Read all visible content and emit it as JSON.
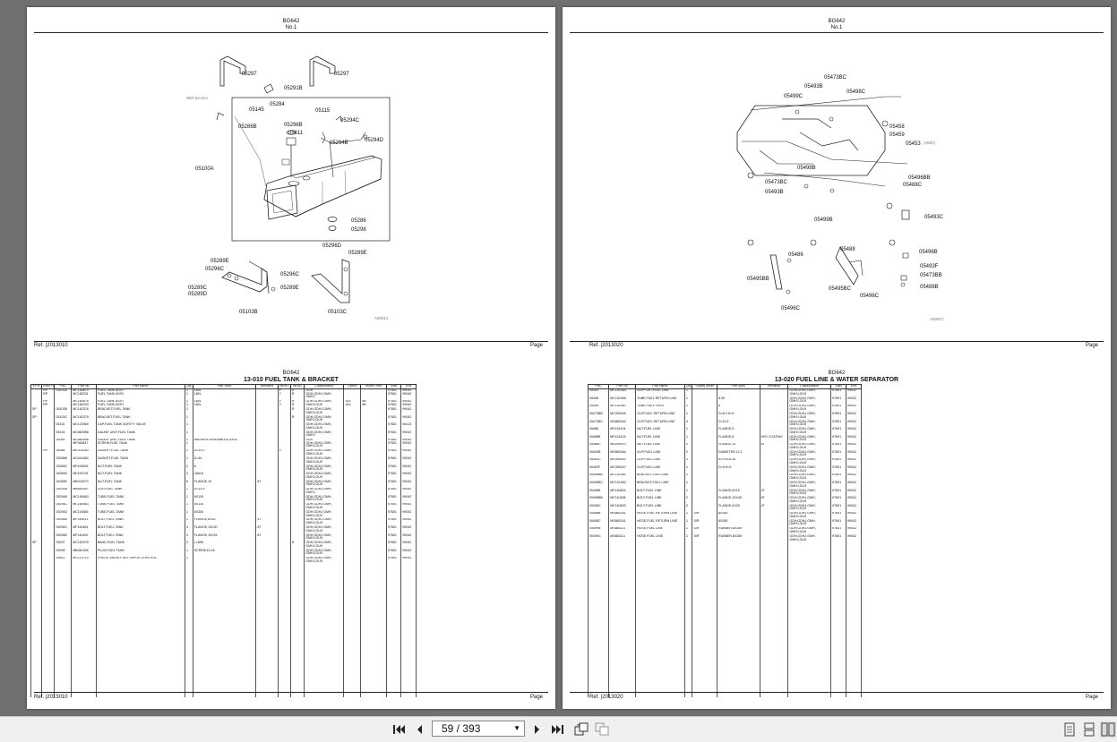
{
  "left_top": {
    "code": "BG642",
    "sub": "No.1",
    "ref_label": "Ref.",
    "ref_value": "|2013010",
    "page_label": "Page"
  },
  "right_top": {
    "code": "BG642",
    "sub": "No.1",
    "ref_label": "Ref.",
    "ref_value": "|2013020",
    "page_label": "Page"
  },
  "left_diagram": {
    "callouts": [
      "05297",
      "05297",
      "05291B",
      "05284",
      "05115",
      "05145",
      "05286B",
      "05296B",
      "05611",
      "05294C",
      "05294B",
      "05294D",
      "05100A",
      "05286",
      "05298",
      "05296D",
      "05289E",
      "05289E",
      "05296C",
      "05296C",
      "05289E",
      "05289C",
      "05289D",
      "05103B",
      "05103C"
    ],
    "ref_text": "REF.54-41A",
    "code": "A00012"
  },
  "right_diagram": {
    "callouts": [
      "05473BC",
      "05493B",
      "05498C",
      "05499C",
      "05458",
      "05459",
      "05453",
      "05498B",
      "05496BB",
      "05488C",
      "05473BC",
      "05493B",
      "05499B",
      "05493C",
      "05488",
      "05486",
      "05495BB",
      "05495BC",
      "05496C",
      "05496B",
      "05493F",
      "05473BB",
      "05488B",
      "05496C"
    ],
    "tag_4wd": "(4WD)",
    "code": "A00017"
  },
  "left_table": {
    "code": "BG642",
    "caption": "13-010 FUEL TANK & BRACKET",
    "headers": [
      "EPN",
      "Repl Part",
      "PNC",
      "Part No",
      "Part Name",
      "Qty",
      "Part Spec",
      "Remarks",
      "NEW1",
      "NEW2",
      "Classification",
      "Option",
      "Model Year",
      "Start",
      "End"
    ],
    "rows": [
      [
        "",
        "RP\nRP",
        "05100A",
        "MC180670\nMC180231",
        "FUEL TANK ASSY\nFUEL TANK ASSY",
        "1\n1",
        "180L\n180L",
        "",
        "Y\nY",
        "R\nR",
        "GU9\nGDH,GDHJ,GMH,\nGMHJ",
        "",
        "",
        "97801\n97801",
        "99042\n99042"
      ],
      [
        "",
        "RP\nRP",
        "",
        "MC180675\nMC180233",
        "FUEL TANK ASSY\nFUEL TANK ASSY",
        "1\n1",
        "180L\n180L",
        "",
        "Y\nY",
        "R\nR",
        "GDH,GDHJ,GMH,\nGMHJ,GU9",
        "14X\n14X",
        "9B\n9B",
        "97801\n97801",
        "99042\n99042"
      ],
      [
        "SP",
        "",
        "05103B",
        "MC162376",
        "BRACKET,FUEL TANK",
        "1",
        "",
        "",
        "",
        "R",
        "GDH,GDHJ,GMH,\nGMHJ,GU9",
        "",
        "",
        "97801",
        "99042"
      ],
      [
        "SP",
        "",
        "05103C",
        "MC162375",
        "BRACKET,FUEL TANK",
        "1",
        "",
        "",
        "",
        "R",
        "GDH,GDHJ,GMH,\nGMHJ,GU9",
        "",
        "",
        "97801",
        "99042"
      ],
      [
        "",
        "",
        "05115",
        "MC123969",
        "CAP,FUEL TANK SAFETY VALVE",
        "1",
        "",
        "",
        "",
        "",
        "GDH,GDHJ,GMH,\nGMHJ,GU9",
        "",
        "",
        "97801",
        "06113"
      ],
      [
        "",
        "",
        "05145",
        "MC883956",
        "GAUGE UNIT,FUEL TANK",
        "1",
        "",
        "",
        "",
        "",
        "GDH,GDHJ,GMH,\nGMHJ",
        "",
        "",
        "97801",
        "99042"
      ],
      [
        "",
        "",
        "05284",
        "MC883956\nMF260847",
        "GAUGE UNIT,FUEL TANK\nSCREW,FUEL TANK",
        "1\n1",
        "WASHER ASSEMBLED,5X16",
        "",
        "",
        "",
        "GU9\nGDH,GDHJ,GMH,\nGMHJ,GU9",
        "",
        "",
        "97801\n97801",
        "99042\n99042"
      ],
      [
        "",
        "RP",
        "05286",
        "MK303260",
        "GASKET,FUEL TANK",
        "1",
        "D=19.2",
        "",
        "Y",
        "",
        "GDH,GDHJ,GMH,\nGMHJ,GU9",
        "",
        "",
        "97801",
        "99042"
      ],
      [
        "",
        "",
        "05286B",
        "MC644360",
        "GASKET,FUEL TANK",
        "1",
        "D=44",
        "",
        "",
        "",
        "GDH,GDHJ,GMH,\nGMHJ,GU9",
        "",
        "",
        "97801",
        "99042"
      ],
      [
        "",
        "",
        "05289C",
        "MF433605",
        "NUT,FUEL TANK",
        "2",
        "6",
        "",
        "",
        "",
        "GDH,GDHJ,GMH,\nGMHJ,GU9",
        "",
        "",
        "97801",
        "99042"
      ],
      [
        "",
        "",
        "05289D",
        "MF433726",
        "NUT,FUEL TANK",
        "2",
        "JAM,8",
        "",
        "",
        "",
        "GDH,GDHJ,GMH,\nGMHJ,GU9",
        "",
        "",
        "97801",
        "99042"
      ],
      [
        "",
        "",
        "05289E",
        "MB203070",
        "NUT,FUEL TANK",
        "6",
        "FLANGE,10",
        "8T",
        "",
        "",
        "GDH,GDHJ,GMH,\nGMHJ,GU9",
        "",
        "",
        "97801",
        "99042"
      ],
      [
        "",
        "",
        "05291B",
        "MB659347",
        "CLIP,FUEL TANK",
        "1",
        "D=14.5",
        "",
        "",
        "",
        "GDH,GDHJ,GMH,\nGMHJ",
        "",
        "",
        "97801",
        "99042"
      ],
      [
        "",
        "",
        "05294B",
        "MC180663",
        "TUBE,FUEL TANK",
        "1",
        "8X135",
        "",
        "",
        "",
        "GDH,GDHJ,GMH,\nGMHJ,GU9",
        "",
        "",
        "97801",
        "99042"
      ],
      [
        "",
        "",
        "05294C",
        "MC180663",
        "TUBE,FUEL TANK",
        "1",
        "8X135",
        "",
        "",
        "",
        "GDH,GDHJ,GMH,\nGMHJ,GU9",
        "",
        "",
        "97801",
        "99042"
      ],
      [
        "",
        "",
        "05294D",
        "MC115565",
        "TUBE,FUEL TANK",
        "1",
        "6X300",
        "",
        "",
        "",
        "GDH,GDHJ,GMH,\nGMHJ,GU9",
        "",
        "",
        "97801",
        "99042"
      ],
      [
        "",
        "",
        "05296B",
        "MF140611",
        "BOLT,FUEL TANK",
        "1",
        "FLANGE,6X30",
        "4T",
        "",
        "",
        "GDH,GDHJ,GMH,\nGMHJ,GU9",
        "",
        "",
        "97801",
        "99042"
      ],
      [
        "",
        "",
        "05296C",
        "MF140464",
        "BOLT,FUEL TANK",
        "4",
        "FLANGE,10X30",
        "8T",
        "",
        "",
        "GDH,GDHJ,GMH,\nGMHJ,GU9",
        "",
        "",
        "97801",
        "99042"
      ],
      [
        "",
        "",
        "05296D",
        "MF140490",
        "BOLT,FUEL TANK",
        "4",
        "FLANGE,10X25",
        "8T",
        "",
        "",
        "GDH,GDHJ,GMH,\nGMHJ,GU9",
        "",
        "",
        "97801",
        "99042"
      ],
      [
        "SP",
        "",
        "05297",
        "MC162378",
        "BAND,FUEL TANK",
        "2",
        "L=656",
        "",
        "",
        "R",
        "GDH,GDHJ,GMH,\nGMHJ,GU9",
        "",
        "",
        "97801",
        "99042"
      ],
      [
        "",
        "",
        "05298",
        "MB081306",
        "PLUG,FUEL TANK",
        "1",
        "SCREW,D=16",
        "",
        "",
        "",
        "GDH,GDHJ,GMH,\nGMHJ,GU9",
        "",
        "",
        "97801",
        "99042"
      ],
      [
        "",
        "",
        "05611",
        "MC123710",
        "CHECK VALVE,FUEL VAPOR CONTROL",
        "1",
        "",
        "",
        "",
        "",
        "GDH,GDHJ,GMH,\nGMHJ,GU9",
        "",
        "",
        "97801",
        "99042"
      ]
    ]
  },
  "right_table": {
    "code": "BG642",
    "caption": "13-020 FUEL LINE & WATER SEPARATOR",
    "headers": [
      "PNC",
      "Part No",
      "Part Name",
      "Qty",
      "Supply Mode",
      "Part Spec",
      "Remarks",
      "Classification",
      "Start",
      "End"
    ],
    "rows": [
      [
        "05453",
        "MC101083",
        "SUPPORT,FUEL LINE",
        "1",
        "",
        "",
        "",
        "GDH,GDHJ,GMH,\nGMHJ,GU9",
        "97801",
        "99042"
      ],
      [
        "05458",
        "MC101590",
        "TUBE,FUEL RETURN LINE",
        "1",
        "",
        "8.35",
        "",
        "GDH,GDHJ,GMH,\nGMHJ,GU9",
        "97801",
        "99042"
      ],
      [
        "05459",
        "MC101587",
        "TUBE,FUEL FEED",
        "1",
        "",
        "8",
        "",
        "GDH,GDHJ,GMH,\nGMHJ,GU9",
        "97801",
        "99042"
      ],
      [
        "05473BB",
        "MC355349",
        "CLIP,FUEL RETURN LINE",
        "1",
        "",
        "D=8.4 H=9",
        "",
        "GDH,GDHJ,GMH,\nGMHJ,GU9",
        "97801",
        "99042"
      ],
      [
        "05473BC",
        "MS883163",
        "CLIP,FUEL RETURN LINE",
        "4",
        "",
        "D=11.6",
        "",
        "GDH,GDHJ,GMH,\nGMHJ,GU9",
        "97801",
        "99042"
      ],
      [
        "05486",
        "MF434104",
        "NUT,FUEL LINE",
        "1",
        "",
        "FLANGE,5",
        "",
        "GDH,GDHJ,GMH,\nGMHJ,GU9",
        "97801",
        "99042"
      ],
      [
        "05488B",
        "MF434103",
        "NUT,FUEL LINE",
        "1",
        "",
        "FLANGE,6",
        "W/O COATING",
        "GDH,GDHJ,GMH,\nGMHJ,GU9",
        "97801",
        "99042"
      ],
      [
        "05488C",
        "MB205970",
        "NUT,FUEL LINE",
        "2",
        "",
        "FLANGE,10",
        "8T",
        "GDH,GDHJ,GMH,\nGMHJ,GU9",
        "97801",
        "99042"
      ],
      [
        "05493B",
        "MS883184",
        "CLIP,FUEL LINE",
        "2",
        "",
        "DIAMETER:12.1",
        "",
        "GDH,GDHJ,GMH,\nGMHJ,GU9",
        "97801",
        "99042"
      ],
      [
        "05493C",
        "MS399430",
        "CLIP,FUEL LINE",
        "3",
        "",
        "A=9 B=6.35",
        "",
        "GDH,GDHJ,GMH,\nGMHJ,GU9",
        "97801",
        "99042"
      ],
      [
        "05493F",
        "MC356347",
        "CLIP,FUEL LINE",
        "1",
        "",
        "D=8 H=9",
        "",
        "GDH,GDHJ,GMH,\nGMHJ,GU9",
        "97801",
        "99042"
      ],
      [
        "05495BB",
        "MC101081",
        "BRACKET,FUEL LINE",
        "1",
        "",
        "",
        "",
        "GDH,GDHJ,GMH,\nGMHJ,GU9",
        "97801",
        "99042"
      ],
      [
        "05495BC",
        "MC101082",
        "BRACKET,FUEL LINE",
        "1",
        "",
        "",
        "",
        "GDH,GDHJ,GMH,\nGMHJ,GU9",
        "97801",
        "99042"
      ],
      [
        "05496B",
        "MF140609",
        "BOLT,FUEL LINE",
        "1",
        "",
        "FLANGE,6X16",
        "4T",
        "GDH,GDHJ,GMH,\nGMHJ,GU9",
        "97801",
        "99042"
      ],
      [
        "05496BB",
        "MF140458",
        "BOLT,FUEL LINE",
        "2",
        "",
        "FLANGE,10X28",
        "8T",
        "GDH,GDHJ,GMH,\nGMHJ,GU9",
        "97801",
        "99042"
      ],
      [
        "05496C",
        "MF140625",
        "BOLT,FUEL LINE",
        "2",
        "",
        "FLANGE,6X20",
        "4T",
        "GDH,GDHJ,GMH,\nGMHJ,GU9",
        "97801",
        "99042"
      ],
      [
        "05498B",
        "MS882161",
        "HOSE,FUEL RETURN LINE",
        "1",
        "S/R",
        "8X280",
        "",
        "GDH,GDHJ,GMH,\nGMHJ,GU9",
        "97801",
        "99042"
      ],
      [
        "05498C",
        "MS882161",
        "HOSE,FUEL RETURN LINE",
        "1",
        "S/R",
        "8X280",
        "",
        "GDH,GDHJ,GMH,\nGMHJ,GU9",
        "97801",
        "99042"
      ],
      [
        "05499B",
        "MS883111",
        "HOSE,FUEL LINE",
        "1",
        "S/R",
        "RUBBER,8X280",
        "",
        "GDH,GDHJ,GMH,\nGMHJ,GU9",
        "97801",
        "99042"
      ],
      [
        "05499C",
        "MS883111",
        "HOSE,FUEL LINE",
        "1",
        "S/R",
        "RUBBER,8X280",
        "",
        "GDH,GDHJ,GMH,\nGMHJ,GU9",
        "97801",
        "99042"
      ]
    ]
  },
  "left_bottom": {
    "ref_label": "Ref.",
    "ref_value": "|2013010",
    "page_label": "Page"
  },
  "right_bottom": {
    "ref_label": "Ref.",
    "ref_value": "|2013020",
    "page_label": "Page"
  },
  "toolbar": {
    "page_value": "59 / 393",
    "first_icon": "first-page-icon",
    "prev_icon": "prev-page-icon",
    "next_icon": "next-page-icon",
    "last_icon": "last-page-icon"
  }
}
